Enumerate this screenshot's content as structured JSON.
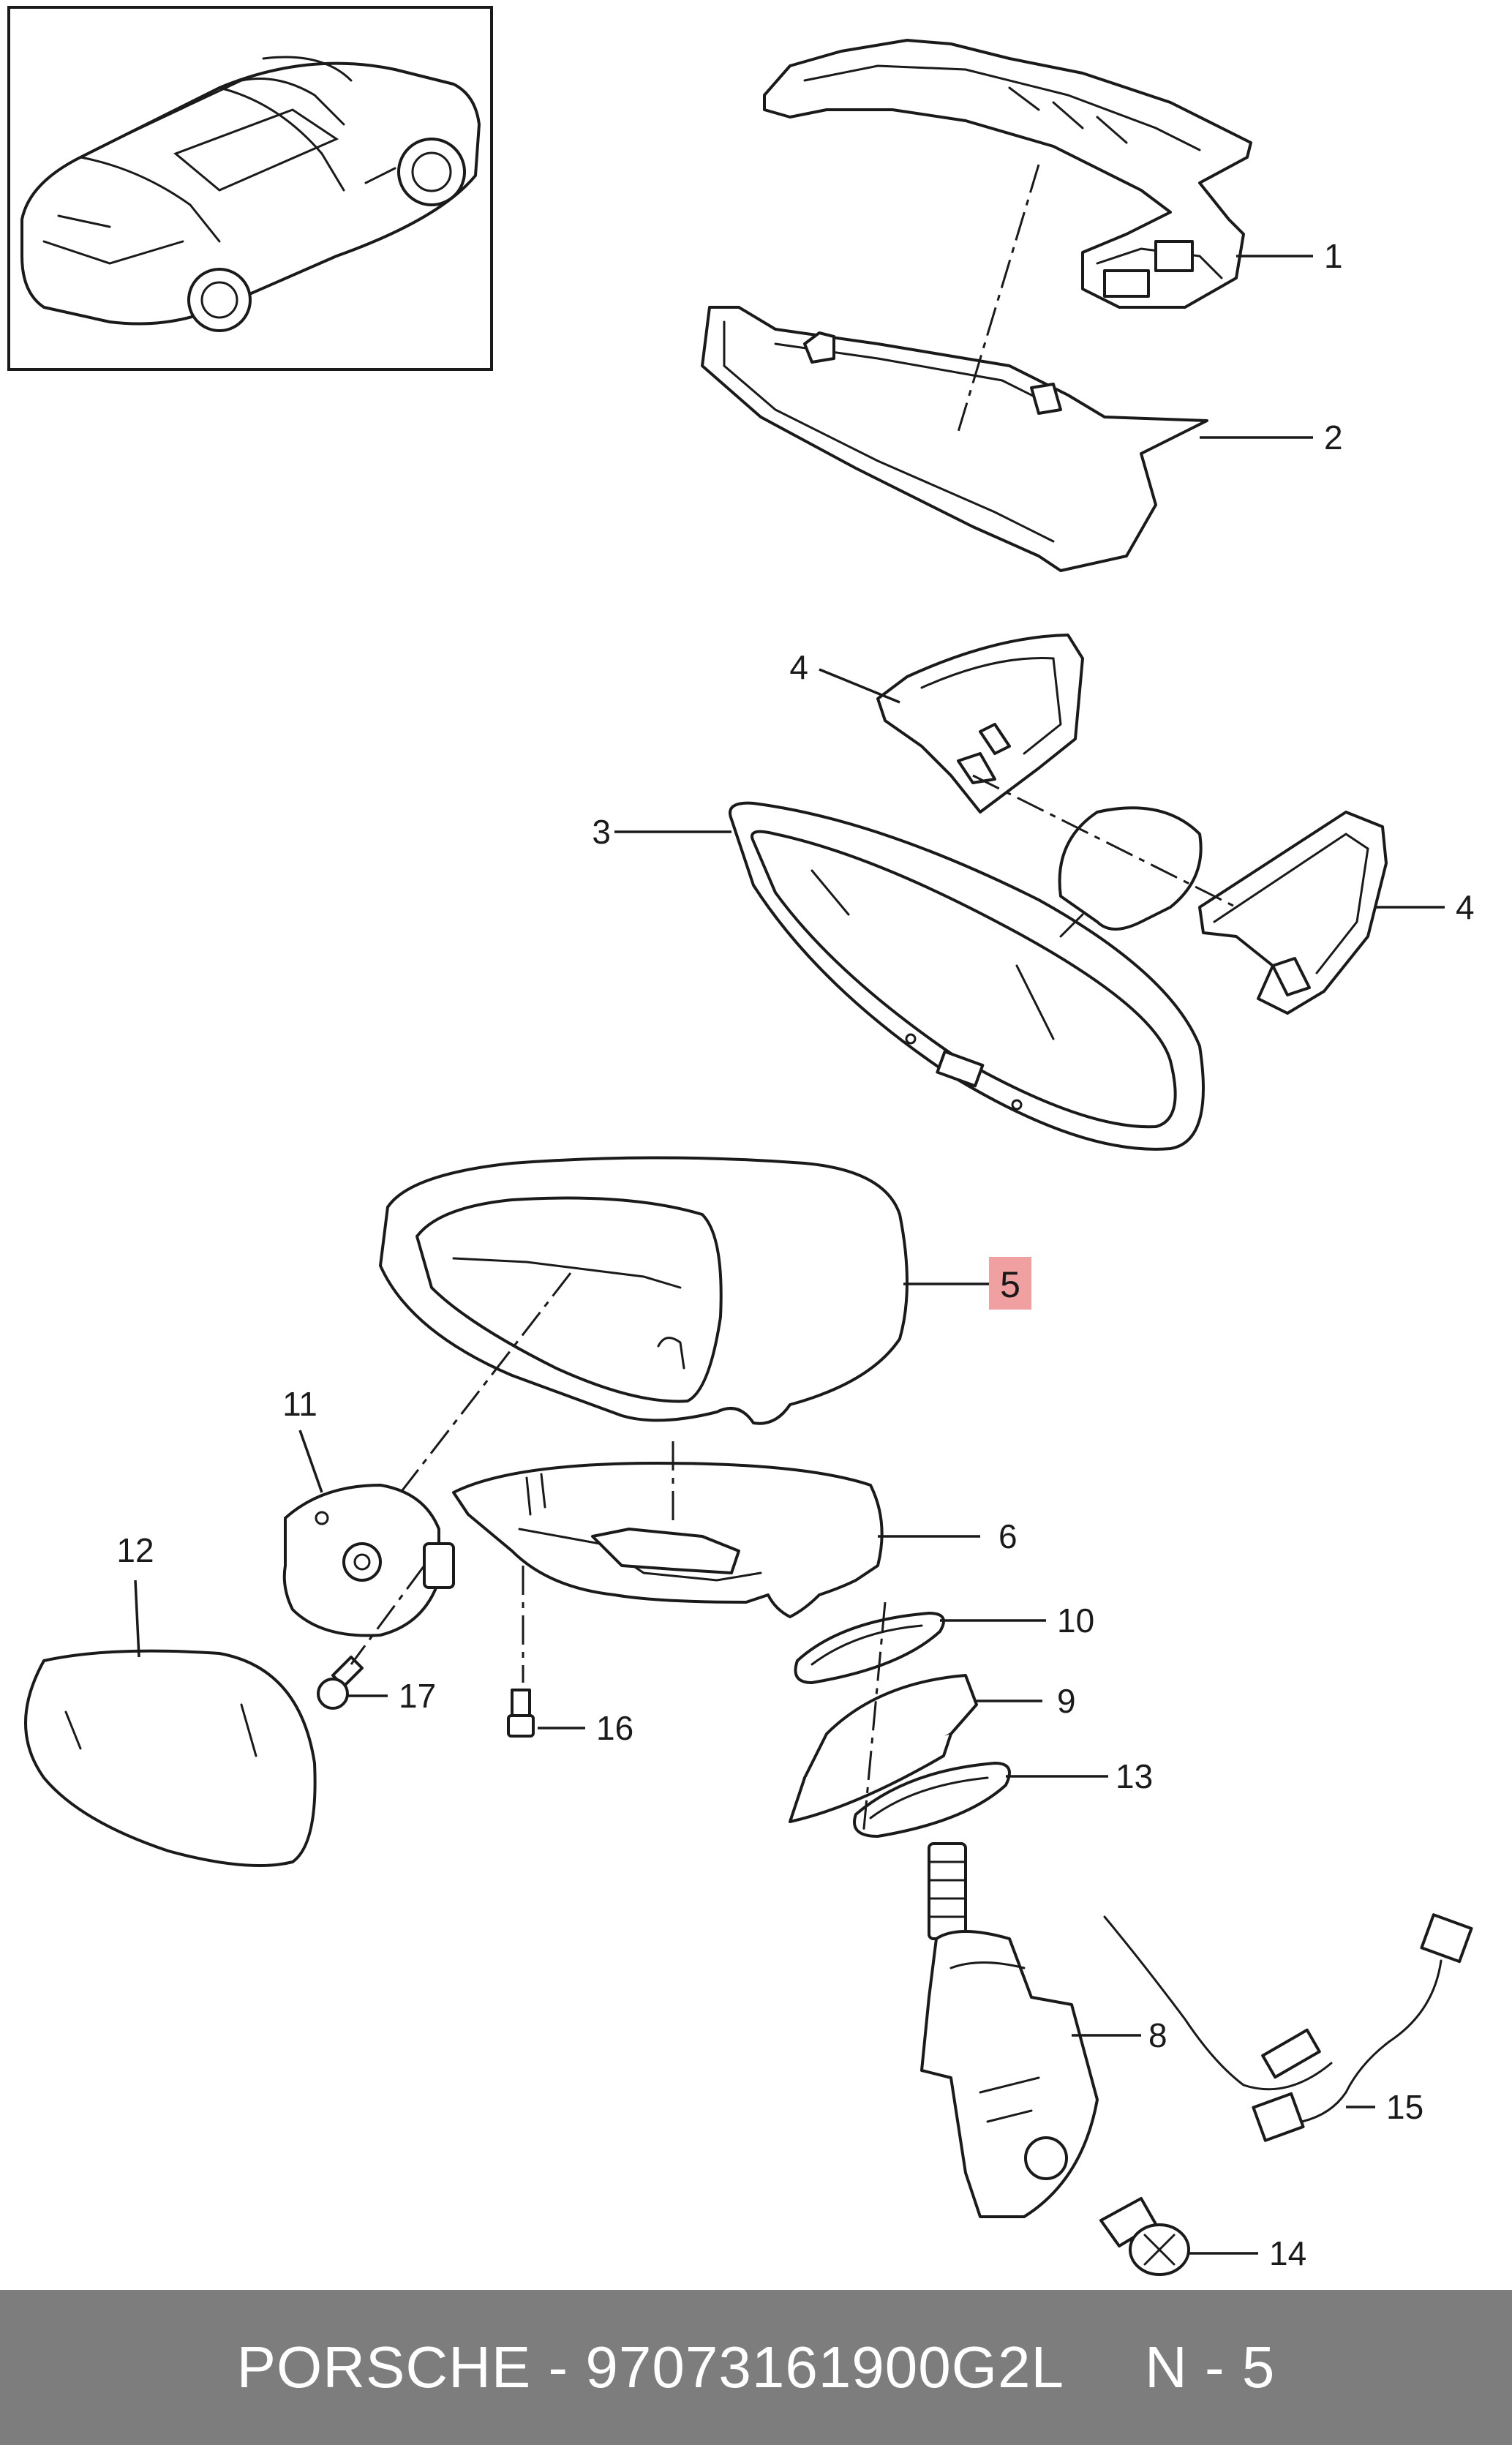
{
  "footer": {
    "brand_part": "PORSCHE - 97073161900G2L",
    "page_ref": "N - 5"
  },
  "colors": {
    "footer_bg": "#7d7d7d",
    "highlight": "#f0a0a0",
    "line": "#1a1a1a"
  },
  "callouts": {
    "c1": "1",
    "c2": "2",
    "c3": "3",
    "c4a": "4",
    "c4b": "4",
    "c5": "5",
    "c6": "6",
    "c8": "8",
    "c9": "9",
    "c10": "10",
    "c11": "11",
    "c12": "12",
    "c13": "13",
    "c14": "14",
    "c15": "15",
    "c16": "16",
    "c17": "17"
  },
  "highlighted_callout": "5"
}
